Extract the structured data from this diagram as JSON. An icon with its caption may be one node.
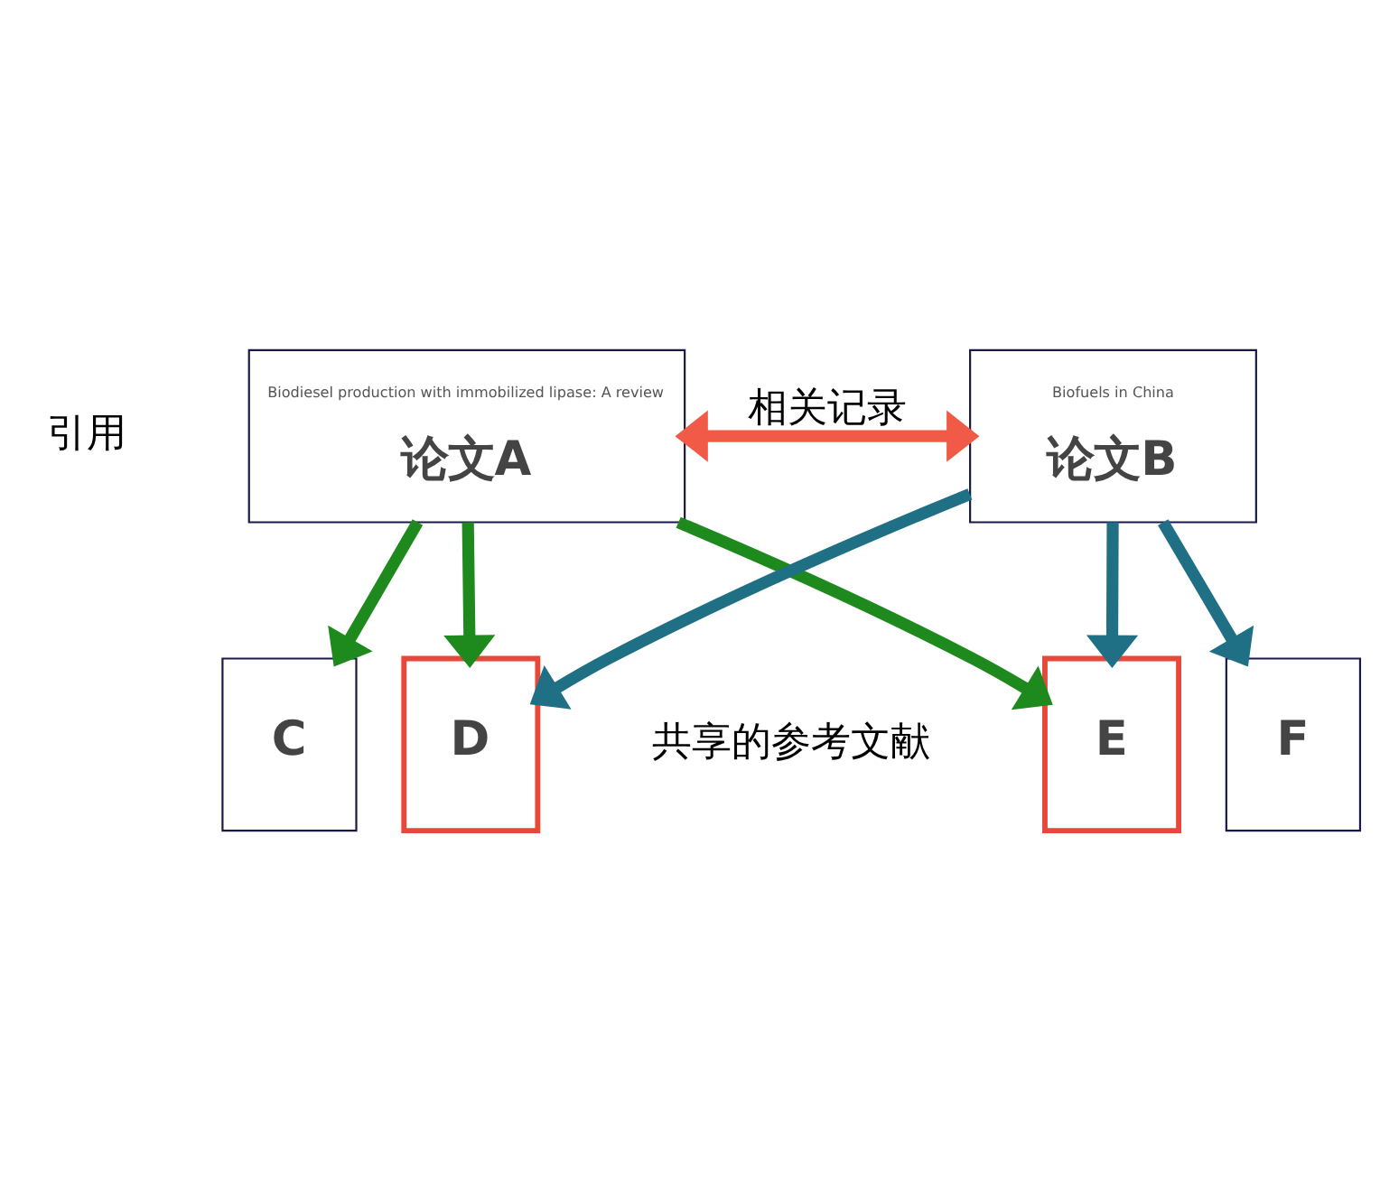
{
  "diagram": {
    "nodes": [
      {
        "text": [
          "Biodiesel production with immobilized lipase: A review",
          "论文A"
        ]
      },
      {
        "text": [
          "Biofuels in China",
          "论文B"
        ]
      },
      {
        "text": [
          "C"
        ]
      },
      {
        "text": [
          "D"
        ]
      },
      {
        "text": [
          "E"
        ]
      },
      {
        "text": [
          "F"
        ]
      }
    ],
    "edges": [
      {
        "from": 0,
        "to": 1,
        "arrow": "both",
        "label": "相关记录",
        "color": "#f05a46"
      },
      {
        "from": 0,
        "to": 2,
        "arrow": "to",
        "color": "#1e8a1e"
      },
      {
        "from": 0,
        "to": 3,
        "arrow": "to",
        "color": "#1e8a1e"
      },
      {
        "from": 0,
        "to": 4,
        "arrow": "to",
        "color": "#1e8a1e"
      },
      {
        "from": 1,
        "to": 3,
        "arrow": "to",
        "color": "#1f6f85"
      },
      {
        "from": 1,
        "to": 4,
        "arrow": "to",
        "color": "#1f6f85"
      },
      {
        "from": 1,
        "to": 5,
        "arrow": "to",
        "color": "#1f6f85"
      }
    ],
    "labels": [
      "引用",
      "共享的参考文献"
    ]
  }
}
